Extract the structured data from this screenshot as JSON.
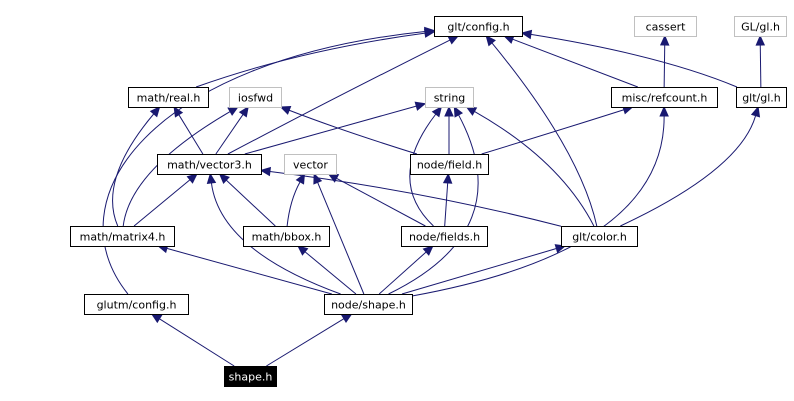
{
  "diagram": {
    "colors": {
      "edge": "#191970",
      "box_border": "#000000",
      "box_border_external": "#c0c0c0",
      "box_fill": "#ffffff",
      "focus_fill": "#000000",
      "focus_text": "#ffffff",
      "text": "#000000"
    },
    "nodes": [
      {
        "id": "glt_config",
        "label": "glt/config.h",
        "external": false
      },
      {
        "id": "cassert",
        "label": "cassert",
        "external": true
      },
      {
        "id": "gl_gl",
        "label": "GL/gl.h",
        "external": true
      },
      {
        "id": "math_real",
        "label": "math/real.h",
        "external": false
      },
      {
        "id": "iosfwd",
        "label": "iosfwd",
        "external": true
      },
      {
        "id": "string",
        "label": "string",
        "external": true
      },
      {
        "id": "misc_refcount",
        "label": "misc/refcount.h",
        "external": false
      },
      {
        "id": "glt_gl",
        "label": "glt/gl.h",
        "external": false
      },
      {
        "id": "math_vector3",
        "label": "math/vector3.h",
        "external": false
      },
      {
        "id": "vector",
        "label": "vector",
        "external": true
      },
      {
        "id": "node_field",
        "label": "node/field.h",
        "external": false
      },
      {
        "id": "math_matrix4",
        "label": "math/matrix4.h",
        "external": false
      },
      {
        "id": "math_bbox",
        "label": "math/bbox.h",
        "external": false
      },
      {
        "id": "node_fields",
        "label": "node/fields.h",
        "external": false
      },
      {
        "id": "glt_color",
        "label": "glt/color.h",
        "external": false
      },
      {
        "id": "glutm_config",
        "label": "glutm/config.h",
        "external": false
      },
      {
        "id": "node_shape",
        "label": "node/shape.h",
        "external": false
      },
      {
        "id": "shape",
        "label": "shape.h",
        "external": false,
        "focus": true
      }
    ],
    "edges": [
      {
        "from": "shape",
        "to": "glutm_config"
      },
      {
        "from": "shape",
        "to": "node_shape"
      },
      {
        "from": "glutm_config",
        "to": "glt_config"
      },
      {
        "from": "node_shape",
        "to": "math_matrix4"
      },
      {
        "from": "node_shape",
        "to": "math_vector3"
      },
      {
        "from": "node_shape",
        "to": "math_bbox"
      },
      {
        "from": "node_shape",
        "to": "vector"
      },
      {
        "from": "node_shape",
        "to": "node_fields"
      },
      {
        "from": "node_shape",
        "to": "string"
      },
      {
        "from": "node_shape",
        "to": "glt_color"
      },
      {
        "from": "node_shape",
        "to": "misc_refcount"
      },
      {
        "from": "math_matrix4",
        "to": "math_real"
      },
      {
        "from": "math_matrix4",
        "to": "iosfwd"
      },
      {
        "from": "math_matrix4",
        "to": "math_vector3"
      },
      {
        "from": "math_bbox",
        "to": "math_vector3"
      },
      {
        "from": "math_bbox",
        "to": "vector"
      },
      {
        "from": "node_fields",
        "to": "node_field"
      },
      {
        "from": "node_fields",
        "to": "string"
      },
      {
        "from": "node_fields",
        "to": "vector"
      },
      {
        "from": "glt_color",
        "to": "glt_config"
      },
      {
        "from": "glt_color",
        "to": "glt_gl"
      },
      {
        "from": "glt_color",
        "to": "math_vector3"
      },
      {
        "from": "glt_color",
        "to": "string"
      },
      {
        "from": "math_vector3",
        "to": "math_real"
      },
      {
        "from": "math_vector3",
        "to": "iosfwd"
      },
      {
        "from": "math_vector3",
        "to": "string"
      },
      {
        "from": "math_vector3",
        "to": "glt_config"
      },
      {
        "from": "node_field",
        "to": "iosfwd"
      },
      {
        "from": "node_field",
        "to": "string"
      },
      {
        "from": "node_field",
        "to": "misc_refcount"
      },
      {
        "from": "math_real",
        "to": "glt_config"
      },
      {
        "from": "misc_refcount",
        "to": "glt_config"
      },
      {
        "from": "misc_refcount",
        "to": "cassert"
      },
      {
        "from": "glt_gl",
        "to": "glt_config"
      },
      {
        "from": "glt_gl",
        "to": "gl_gl"
      }
    ]
  }
}
